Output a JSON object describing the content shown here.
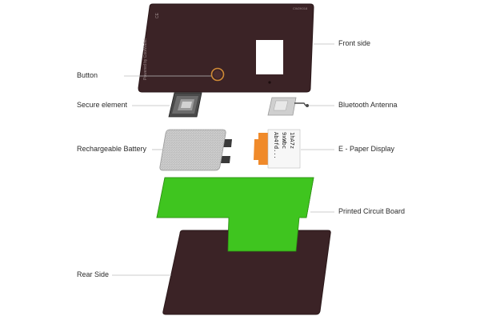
{
  "labels": {
    "front_side": "Front side",
    "button": "Button",
    "secure_element": "Secure element",
    "bluetooth_antenna": "Bluetooth Antenna",
    "rechargeable_battery": "Rechargeable Battery",
    "epaper_display": "E - Paper Display",
    "pcb": "Printed Circuit Board",
    "rear_side": "Rear Side"
  },
  "card_text": {
    "brand": "Powered by CoolWallet",
    "ce_mark": "CE",
    "serial": "CW2K018"
  },
  "epaper_text": "Ab4fd...\n9xWbc\n1hA7z",
  "colors": {
    "card": "#3b2326",
    "card_edge": "#2a1719",
    "button_ring": "#d08a36",
    "pcb_green": "#3fc51f",
    "pcb_trace": "#1f8a10",
    "pad_gold": "#d9b13a",
    "battery": "#c9c9c9",
    "orange_flex": "#f08a2a"
  }
}
